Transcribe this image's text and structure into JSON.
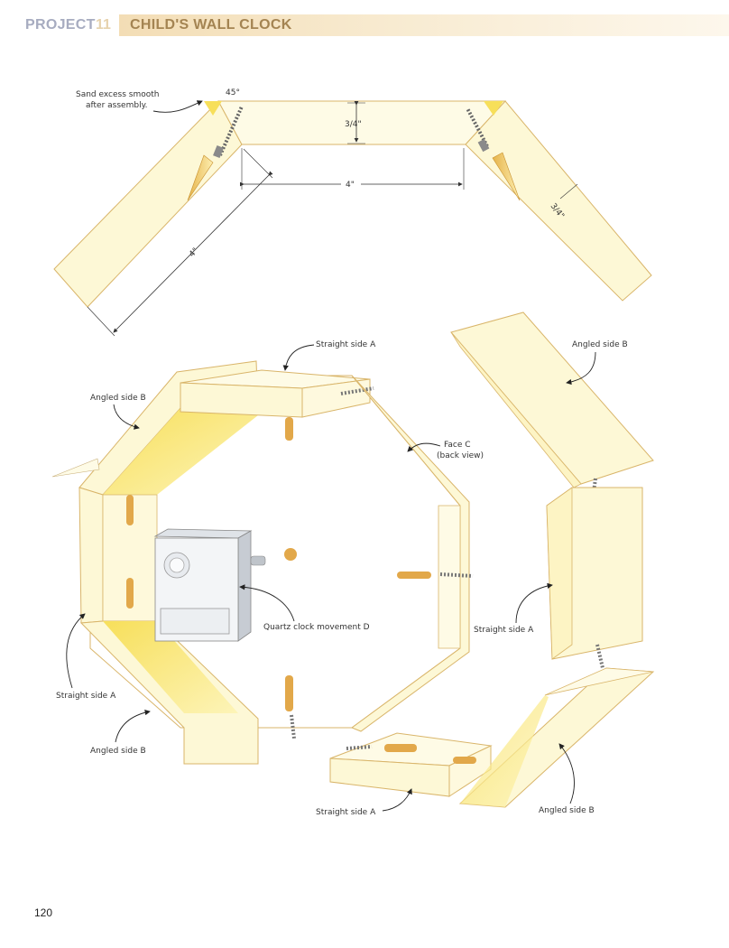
{
  "header": {
    "project_label": "PROJECT",
    "project_number": "11",
    "title": "CHILD'S WALL CLOCK"
  },
  "top_diagram": {
    "note": "Sand excess smooth",
    "note_line2": "after assembly.",
    "angle": "45°",
    "thickness_top": "3/4\"",
    "width_top": "4\"",
    "length_diag": "4\"",
    "thickness_side": "3/4\""
  },
  "labels": {
    "straight_side_a_top": "Straight side A",
    "angled_side_b_top_right": "Angled side B",
    "angled_side_b_left": "Angled side B",
    "face_c": "Face C",
    "face_c_sub": "(back view)",
    "quartz": "Quartz clock movement D",
    "straight_side_a_right": "Straight side A",
    "straight_side_a_left": "Straight side A",
    "angled_side_b_bottom_left": "Angled side B",
    "straight_side_a_bottom": "Straight side A",
    "angled_side_b_bottom_right": "Angled side B"
  },
  "colors": {
    "wood": "#fdf8d6",
    "wood_dark": "#f9e77a",
    "outline": "#d9b56a"
  },
  "page": {
    "number": "120"
  }
}
